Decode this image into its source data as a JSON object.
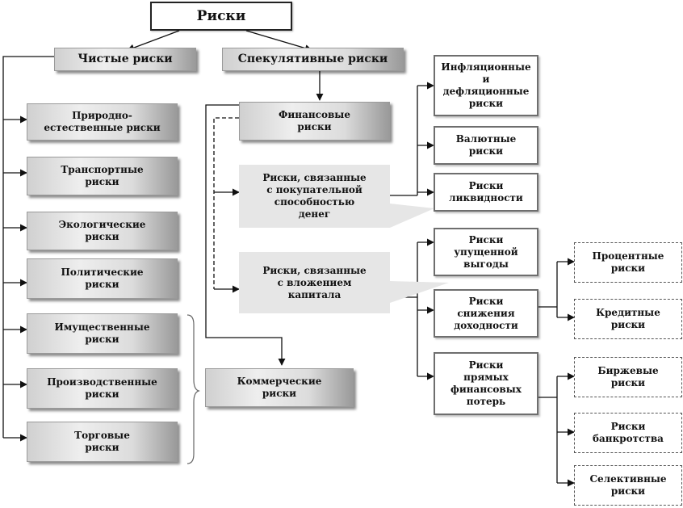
{
  "diagram": {
    "root": "Риски",
    "pure": {
      "header": "Чистые риски",
      "items": [
        "Природно-\nестественные риски",
        "Транспортные\nриски",
        "Экологические\nриски",
        "Политические\nриски",
        "Имущественные\nриски",
        "Производственные\nриски",
        "Торговые\nриски"
      ]
    },
    "speculative": {
      "header": "Спекулятивные риски",
      "financial": "Финансовые\nриски",
      "purchasing_power": "Риски, связанные\nс покупательной\nспособностью\nденег",
      "investment": "Риски, связанные\nс вложением\nкапитала",
      "commercial": "Коммерческие\nриски"
    },
    "purchasing_power_types": [
      "Инфляционные\nи\nдефляционные\nриски",
      "Валютные\nриски",
      "Риски\nликвидности"
    ],
    "investment_types": [
      "Риски\nупущенной\nвыгоды",
      "Риски\nснижения\nдоходности",
      "Риски\nпрямых\nфинансовых\nпотерь"
    ],
    "profitability_types": [
      "Процентные\nриски",
      "Кредитные\nриски"
    ],
    "direct_loss_types": [
      "Биржевые\nриски",
      "Риски\nбанкротства",
      "Селективные\nриски"
    ]
  }
}
